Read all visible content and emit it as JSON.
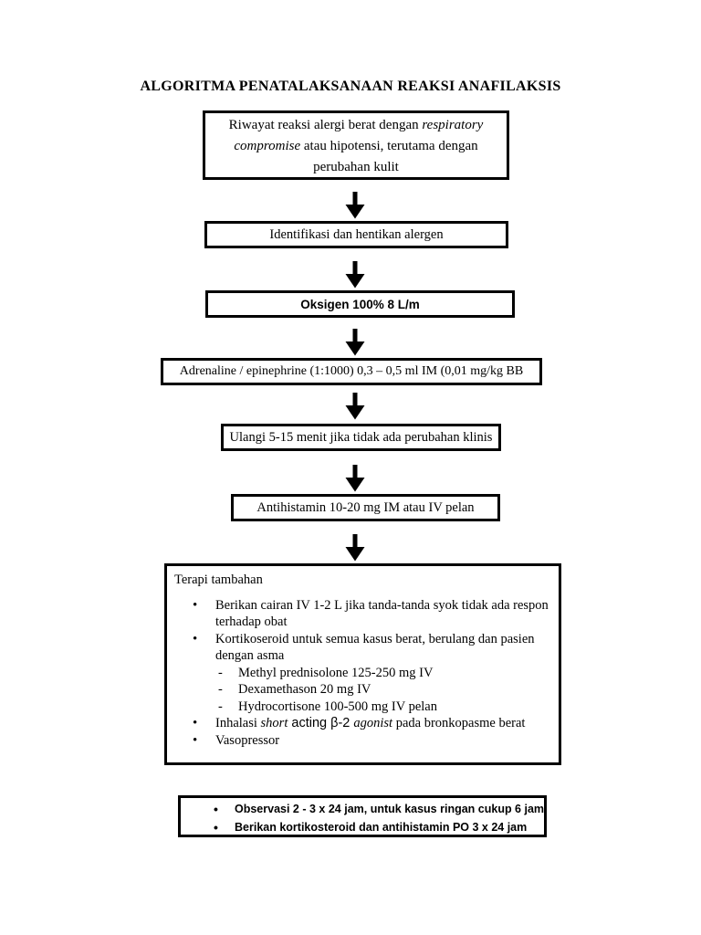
{
  "page": {
    "background": "#ffffff",
    "text_color": "#000000",
    "border_color": "#000000"
  },
  "title": "ALGORITMA PENATALAKSANAAN REAKSI ANAFILAKSIS",
  "flow": {
    "riwayat": {
      "l1a": "Riwayat reaksi alergi berat dengan ",
      "l1b": "respiratory",
      "l2a": "compromise",
      "l2b": " atau hipotensi, terutama dengan",
      "l3": "perubahan kulit"
    },
    "identifikasi": "Identifikasi dan hentikan alergen",
    "oksigen": "Oksigen 100% 8 L/m",
    "adrenaline": "Adrenaline / epinephrine (1:1000) 0,3 – 0,5 ml IM (0,01 mg/kg BB",
    "ulangi": "Ulangi 5-15 menit jika tidak ada perubahan klinis",
    "antihistamin": "Antihistamin 10-20 mg IM atau IV pelan"
  },
  "terapi": {
    "header": "Terapi tambahan",
    "bullet1_l1": "Berikan cairan IV 1-2 L jika tanda-tanda syok tidak ada respon",
    "bullet1_l2": "terhadap obat",
    "bullet2_l1": "Kortikoseroid untuk semua kasus berat, berulang dan pasien",
    "bullet2_l2": "dengan asma",
    "sub_items": [
      "Methyl prednisolone 125-250 mg IV",
      "Dexamethason 20 mg IV",
      "Hydrocortisone 100-500 mg IV pelan"
    ],
    "bullet3": {
      "s1": "Inhalasi ",
      "s2": "short",
      "s3": " acting ",
      "s4": "β-2 ",
      "s5": "agonist",
      "s6": " pada bronkopasme berat"
    },
    "bullet4": "Vasopressor"
  },
  "observasi": {
    "bullet1": "Observasi 2 - 3 x 24 jam, untuk kasus ringan cukup 6 jam",
    "bullet2": "Berikan kortikosteroid dan antihistamin PO 3 x 24 jam"
  }
}
